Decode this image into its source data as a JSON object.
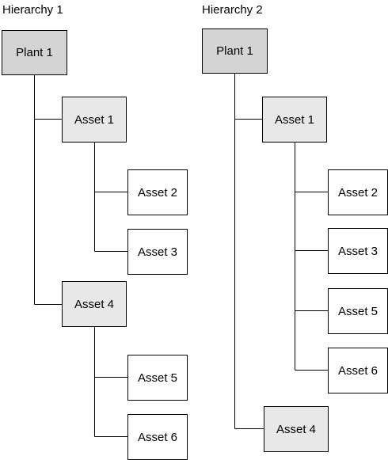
{
  "hierarchy_1": {
    "title": "Hierarchy 1",
    "plant": "Plant 1",
    "asset_1": "Asset 1",
    "asset_2": "Asset 2",
    "asset_3": "Asset 3",
    "asset_4": "Asset 4",
    "asset_5": "Asset 5",
    "asset_6": "Asset 6"
  },
  "hierarchy_2": {
    "title": "Hierarchy 2",
    "plant": "Plant 1",
    "asset_1": "Asset 1",
    "asset_2": "Asset 2",
    "asset_3": "Asset 3",
    "asset_5": "Asset 5",
    "asset_6": "Asset 6",
    "asset_4": "Asset 4"
  },
  "colors": {
    "plant_fill": "#d4d4d4",
    "parent_asset_fill": "#e8e8e8",
    "leaf_asset_fill": "#ffffff",
    "line": "#000000"
  }
}
